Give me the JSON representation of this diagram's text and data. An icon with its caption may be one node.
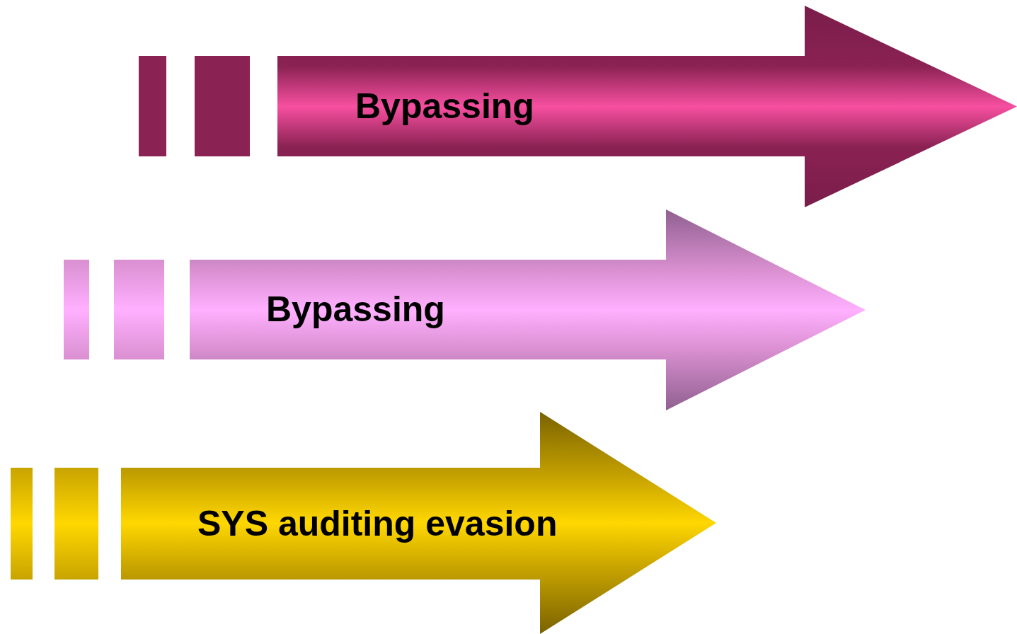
{
  "diagram": {
    "nodes": [
      {
        "text": [
          "Bypassing"
        ]
      },
      {
        "text": [
          "Bypassing"
        ]
      },
      {
        "text": [
          "SYS auditing evasion"
        ]
      }
    ]
  }
}
